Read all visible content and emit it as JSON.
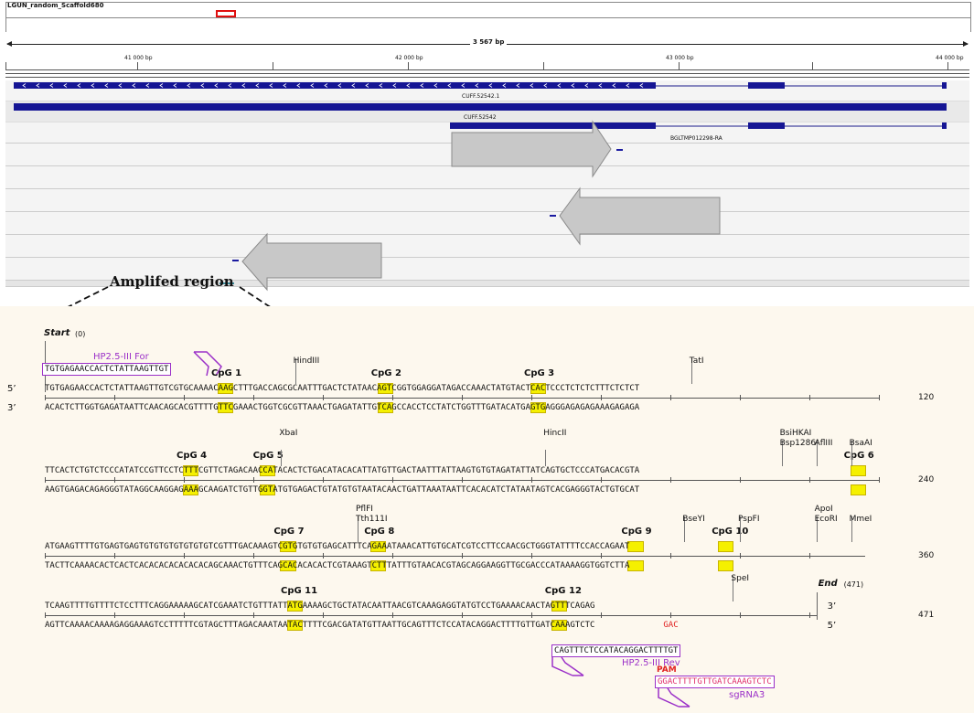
{
  "browser": {
    "scaffold_name": "LGUN_random_Scaffold680",
    "span_label": "3 567 bp",
    "ticks": [
      "41 000 bp",
      "42 000 bp",
      "43 000 bp",
      "44 000 bp"
    ],
    "tracks": [
      {
        "name": "CUFF.52542.1"
      },
      {
        "name": "CUFF.52542"
      },
      {
        "name": "BGLTMP012298-RA"
      }
    ],
    "amplified_label": "Amplifed region"
  },
  "sequence": {
    "start_label": "Start",
    "start_pos": "(0)",
    "end_label": "End",
    "end_pos": "(471)",
    "five_prime": "5’",
    "three_prime": "3’",
    "rows": [
      {
        "top": "TGTGAGAACCACTCTATTAAGTTGTCGTGCAAAACAAGCTTTGACCAGCGCAATTTGACTCTATAACAGTCGGTGGAGGATAGACCAAACTATGTACTCACTCCCTCTCTCTTTCTCTCT",
        "bottom": "ACACTCTTGGTGAGATAATTCAACAGCACGTTTTGTTCGAAACTGGTCGCGTTAAACTGAGATATTGTCAGCCACCTCCTATCTGGTTTGATACATGAGTGAGGGAGAGAGAAAGAGAGA",
        "number": "120"
      },
      {
        "top": "TTCACTCTGTCTCCCATATCCGTTCCTCTTTCGTTCTAGACAACCATACACTCTGACATACACATTATGTTGACTAATTTATTAAGTGTGTAGATATTATCAGTGCTCCCATGACACGTA",
        "bottom": "AAGTGAGACAGAGGGTATAGGCAAGGAGAAAGCAAGATCTGTTGGTATGTGAGACTGTATGTGTAATACAACTGATTAAATAATTCACACATCTATAATAGTCACGAGGGTACTGTGCAT",
        "number": "240"
      },
      {
        "top": "ATGAAGTTTTGTGAGTGAGTGTGTGTGTGTGTGTCGTTTGACAAAGTCGTGTGTGTGAGCATTTCAGAAATAAACATTGTGCATCGTCCTTCCAACGCTGGGTATTTTCCACCAGAAT",
        "bottom": "TACTTCAAAACACTCACTCACACACACACACACAGCAAACTGTTTCAGCACACACACTCGTAAAGTCTTTATTTGTAACACGTAGCAGGAAGGTTGCGACCCATAAAAGGTGGTCTTA",
        "number": "360"
      },
      {
        "top": "TCAAGTTTTGTTTTCTCCTTTCAGGAAAAAGCATCGAAATCTGTTTATTATGAAAAGCTGCTATACAATTAACGTCAAAGAGGTATGTCCTGAAAACAACTAGTTTCAGAG",
        "bottom": "AGTTCAAAACAAAAGAGGAAAGTCCTTTTTCGTAGCTTTAGACAAATAATACTTTTCGACGATATGTTAATTGCAGTTTCTCCATACAGGACTTTTGTTGATCAAAGTCTC",
        "number": "471"
      }
    ],
    "cpg_labels": [
      "CpG 1",
      "CpG 2",
      "CpG 3",
      "CpG 4",
      "CpG 5",
      "CpG 6",
      "CpG 7",
      "CpG 8",
      "CpG 9",
      "CpG 10",
      "CpG 11",
      "CpG 12"
    ],
    "sites": [
      "HindIII",
      "TatI",
      "XbaI",
      "HincII",
      "BsiHKAI",
      "Bsp1286I",
      "AflIII",
      "BsaAI",
      "PflFI",
      "Tth111I",
      "BseYI",
      "PspFI",
      "ApoI",
      "EcoRI",
      "MmeI",
      "SpeI"
    ],
    "primers": {
      "forward": {
        "name": "HP2.5-III For",
        "seq": "TGTGAGAACCACTCTATTAAGTTGT"
      },
      "reverse": {
        "name": "HP2.5-III Rev",
        "seq": "CAGTTTCTCCATACAGGACTTTTGT"
      },
      "sgrna": {
        "name": "sgRNA3",
        "seq": "GGACTTTTGTTGATCAAAGTCTC",
        "pam_label": "PAM"
      }
    },
    "colors": {
      "cpg_highlight": "#f5f000",
      "primer": "#9b30c8",
      "sgrna": "#e0306a",
      "pam": "#e02020"
    }
  }
}
